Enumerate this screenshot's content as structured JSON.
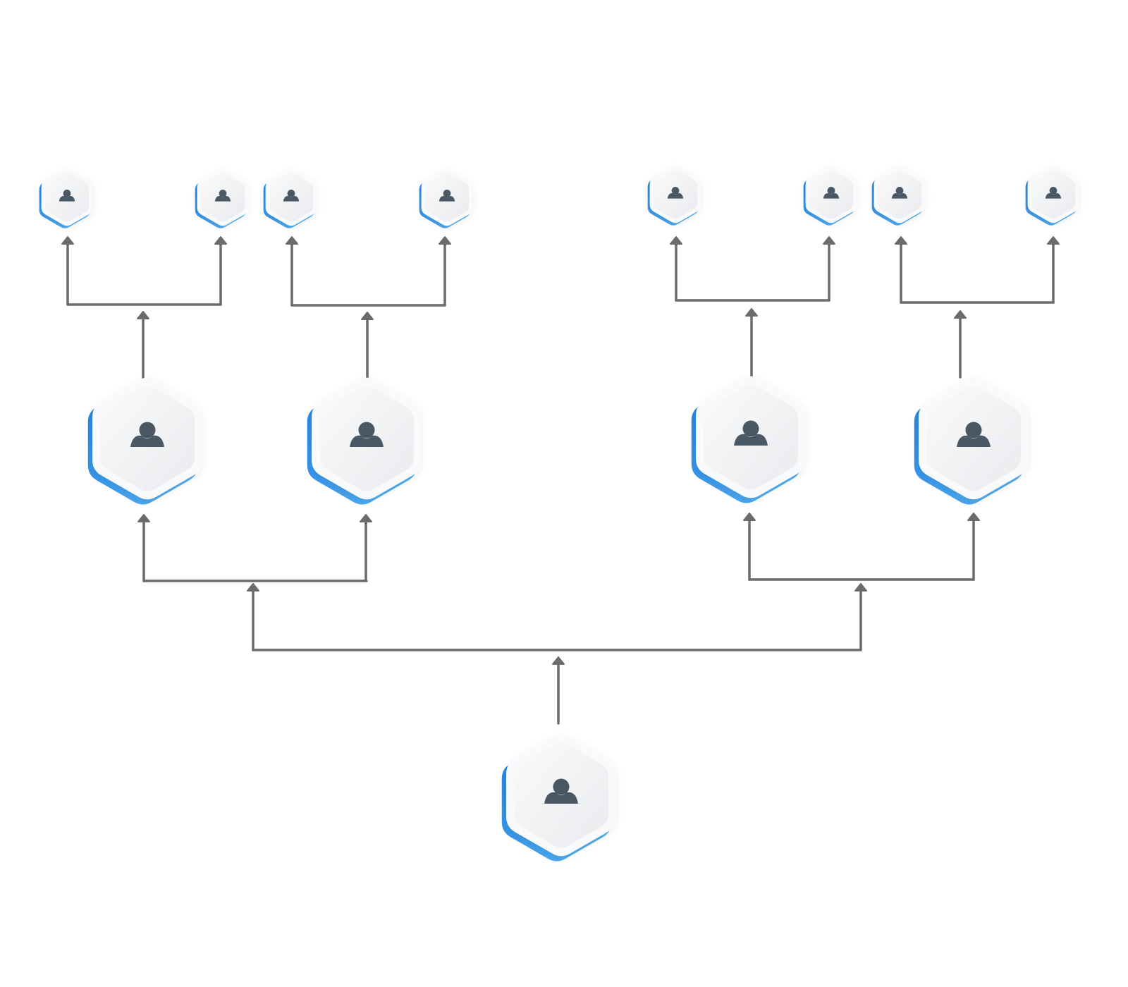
{
  "diagram": {
    "type": "hierarchy-tree",
    "orientation": "bottom-up",
    "levels": 4,
    "node_icon": "user-icon",
    "colors": {
      "background": "#ffffff",
      "connector": "#6b6b6b",
      "accent_light": "#5bb4f0",
      "accent_dark": "#1f7fe0",
      "face_light": "#f9fafb",
      "face_dark": "#e9ebee",
      "icon": "#4a5866"
    },
    "nodes": [
      {
        "id": "root",
        "level": 0,
        "parent": null
      },
      {
        "id": "l1-left",
        "level": 1,
        "parent": "root"
      },
      {
        "id": "l1-right",
        "level": 1,
        "parent": "root"
      },
      {
        "id": "l2-a",
        "level": 2,
        "parent": "l1-left"
      },
      {
        "id": "l2-b",
        "level": 2,
        "parent": "l1-left"
      },
      {
        "id": "l2-c",
        "level": 2,
        "parent": "l1-right"
      },
      {
        "id": "l2-d",
        "level": 2,
        "parent": "l1-right"
      },
      {
        "id": "l3-1",
        "level": 3,
        "parent": "l2-a"
      },
      {
        "id": "l3-2",
        "level": 3,
        "parent": "l2-a"
      },
      {
        "id": "l3-3",
        "level": 3,
        "parent": "l2-b"
      },
      {
        "id": "l3-4",
        "level": 3,
        "parent": "l2-b"
      },
      {
        "id": "l3-5",
        "level": 3,
        "parent": "l2-c"
      },
      {
        "id": "l3-6",
        "level": 3,
        "parent": "l2-c"
      },
      {
        "id": "l3-7",
        "level": 3,
        "parent": "l2-d"
      },
      {
        "id": "l3-8",
        "level": 3,
        "parent": "l2-d"
      }
    ]
  }
}
